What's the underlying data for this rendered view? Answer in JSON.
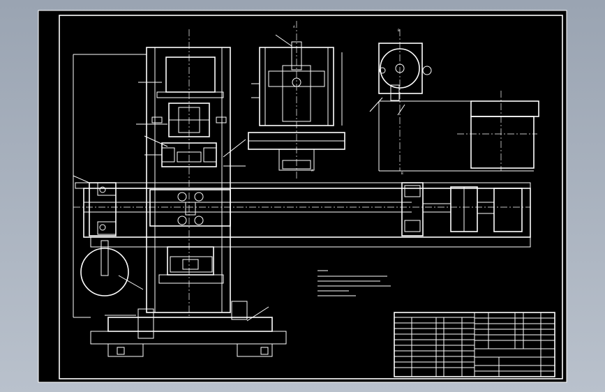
{
  "viewport": {
    "background_top": "#9aa4b2",
    "background_bottom": "#b9c1cc",
    "sheet_color": "#000000",
    "line_color": "#ffffff"
  },
  "drawing": {
    "type": "mechanical assembly drawing",
    "legible_text": [
      "A",
      "A",
      "B",
      "B"
    ]
  }
}
